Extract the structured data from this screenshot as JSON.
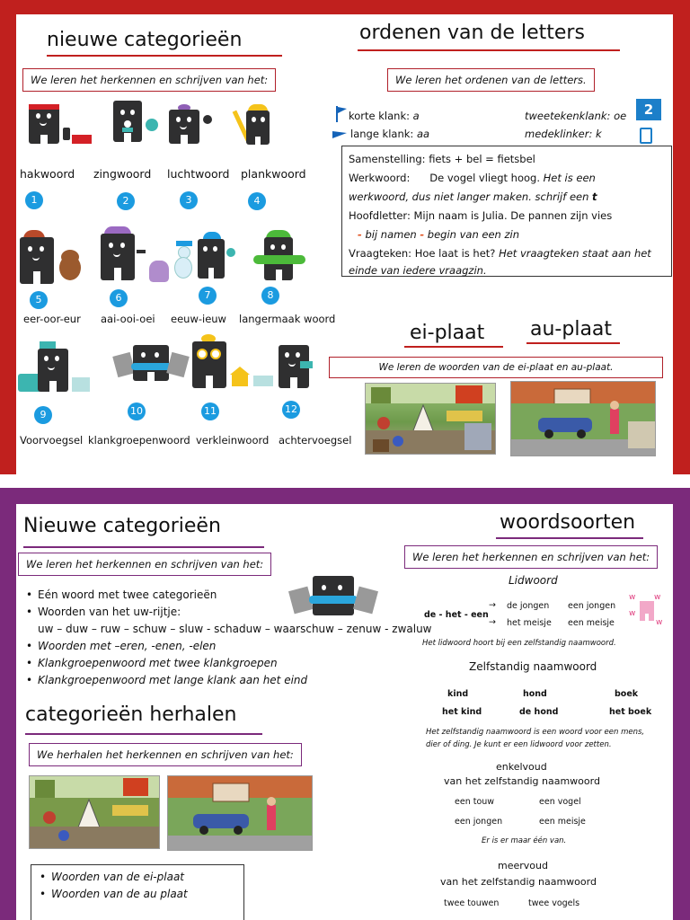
{
  "top": {
    "title_left": "nieuwe categorieën",
    "title_right": "ordenen van de letters",
    "box_left": "We leren het herkennen en schrijven van het:",
    "box_right": "We leren het ordenen van de letters.",
    "categories": [
      {
        "label": "hakwoord",
        "num": "1"
      },
      {
        "label": "zingwoord",
        "num": "2"
      },
      {
        "label": "luchtwoord",
        "num": "3"
      },
      {
        "label": "plankwoord",
        "num": "4"
      },
      {
        "label": "eer-oor-eur",
        "num": "5"
      },
      {
        "label": "aai-ooi-oei",
        "num": "6"
      },
      {
        "label": "eeuw-ieuw",
        "num": "7"
      },
      {
        "label": "langermaak woord",
        "num": "8"
      },
      {
        "label": "Voorvoegsel",
        "num": "9"
      },
      {
        "label": "klankgroepenwoord",
        "num": "10"
      },
      {
        "label": "verkleinwoord",
        "num": "11"
      },
      {
        "label": "achtervoegsel",
        "num": "12"
      }
    ],
    "klank": {
      "kort_label": "korte klank:",
      "kort_val": "a",
      "lang_label": "lange klank:",
      "lang_val": "aa",
      "twee_label": "tweetekenklank:",
      "twee_val": "oe",
      "medeklinker_label": "medeklinker:",
      "medeklinker_val": "k",
      "badge": "2"
    },
    "rules": {
      "samenstelling": "Samenstelling:   fiets + bel = fietsbel",
      "werkwoord_a": "Werkwoord:",
      "werkwoord_b": "De vogel vliegt hoog.",
      "werkwoord_c": "Het is een",
      "werkwoord_d": "werkwoord, dus niet langer maken. schrijf een",
      "werkwoord_t": "t",
      "hoofdletter": "Hoofdletter: Mijn naam is Julia. De pannen zijn vies",
      "dash": "-",
      "bij_namen": "bij namen",
      "begin_zin": "begin van een zin",
      "vraagteken_a": "Vraagteken: Hoe laat is het?",
      "vraagteken_b": "Het vraagteken staat aan het",
      "vraagteken_c": "einde van iedere vraagzin."
    },
    "title_ei": "ei-plaat",
    "title_au": "au-plaat",
    "box_plaat": "We leren de woorden van de ei-plaat en au-plaat."
  },
  "bottom": {
    "title_left": "Nieuwe categorieën",
    "box_left": "We leren het herkennen en schrijven van het:",
    "bullets": [
      "Eén woord met twee categorieën",
      "Woorden van het uw-rijtje:"
    ],
    "uw_line": "uw – duw – ruw – schuw – sluw - schaduw – waarschuw – zenuw - zwaluw",
    "bullets2": [
      "Woorden met –eren, -enen, -elen",
      "Klankgroepenwoord met twee klankgroepen",
      "Klankgroepenwoord met lange klank aan het eind"
    ],
    "title_herhalen": "categorieën herhalen",
    "box_herhalen": "We herhalen het herkennen en schrijven van het:",
    "plaat_items": [
      "Woorden van de ei-plaat",
      "Woorden van de au plaat"
    ],
    "title_right": "woordsoorten",
    "box_right": "We leren het herkennen en schrijven van het:",
    "lidwoord": {
      "heading": "Lidwoord",
      "articles": "de - het - een",
      "arrow": "→",
      "row1": [
        "de jongen",
        "een jongen"
      ],
      "row2": [
        "het meisje",
        "een meisje"
      ],
      "note": "Het lidwoord hoort bij een zelfstandig naamwoord."
    },
    "zn": {
      "heading": "Zelfstandig naamwoord",
      "row1": [
        "kind",
        "hond",
        "boek"
      ],
      "row2": [
        "het kind",
        "de hond",
        "het boek"
      ],
      "note1": "Het zelfstandig naamwoord is een woord voor een mens,",
      "note2": "dier of ding. Je kunt er een lidwoord voor zetten."
    },
    "enkelvoud": {
      "heading1": "enkelvoud",
      "heading2": "van het zelfstandig naamwoord",
      "row1": [
        "een touw",
        "een vogel"
      ],
      "row2": [
        "een jongen",
        "een meisje"
      ],
      "note": "Er is er maar één van."
    },
    "meervoud": {
      "heading1": "meervoud",
      "heading2": "van het zelfstandig naamwoord",
      "row1": [
        "twee touwen",
        "twee vogels"
      ]
    }
  }
}
